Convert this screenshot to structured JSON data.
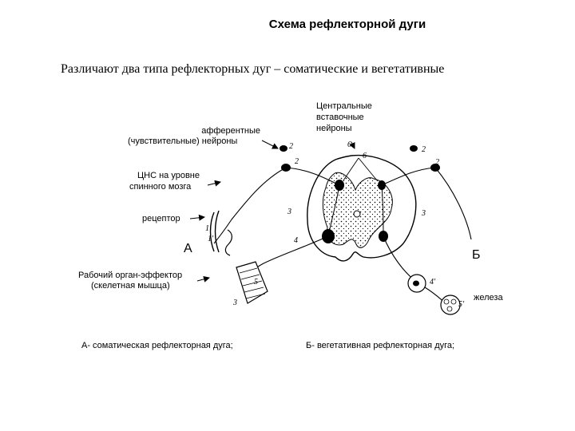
{
  "title": "Схема рефлекторной дуги",
  "subtitle": "Различают два типа рефлекторных дуг – соматические и вегетативные",
  "labels": {
    "afferent_line1": "афферентные",
    "afferent_line2": "(чувствительные) нейроны",
    "central_line1": "Центральные",
    "central_line2": "вставочные",
    "central_line3": "нейроны",
    "cns_line1": "ЦНС на уровне",
    "cns_line2": "спинного мозга",
    "receptor": "рецептор",
    "effector_line1": "Рабочий орган-эффектор",
    "effector_line2": "(скелетная мышца)",
    "gland": "железа",
    "marker_a": "А",
    "marker_b": "Б",
    "caption_a": "А- соматическая рефлекторная дуга;",
    "caption_b": "Б- вегетативная рефлекторная дуга;"
  },
  "figure_numbers": {
    "n1": "1",
    "n2": "2",
    "n3": "3",
    "n4": "4",
    "n4p": "4'",
    "n5": "5",
    "n5p": "5'",
    "n6": "6",
    "n1p": "1'"
  },
  "colors": {
    "ink": "#000000",
    "paper": "#ffffff"
  }
}
